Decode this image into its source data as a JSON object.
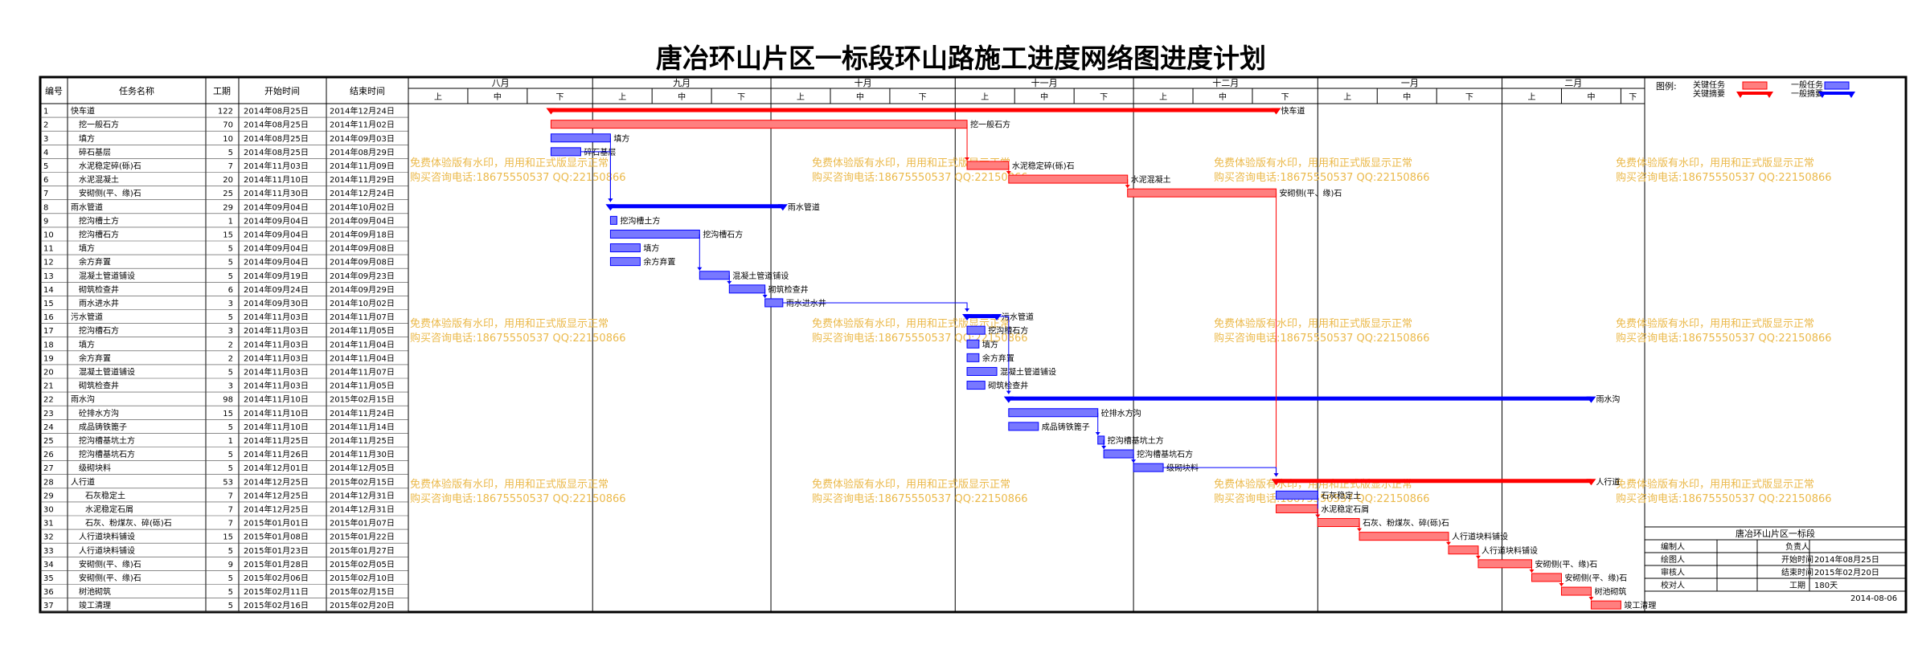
{
  "title": "唐冶环山片区一标段环山路施工进度网络图进度计划",
  "colors": {
    "critical": "#ff0000",
    "critical_fill": "#ff7f7f",
    "normal": "#0000ff",
    "normal_fill": "#7878ff",
    "watermark": "#ebb94a",
    "grid": "#000000"
  },
  "headers": {
    "id": "编号",
    "name": "任务名称",
    "duration": "工期",
    "start": "开始时间",
    "end": "结束时间"
  },
  "timescale": {
    "months": [
      {
        "label": "八月",
        "start": "2014-08-01",
        "end": "2014-09-01"
      },
      {
        "label": "九月",
        "start": "2014-09-01",
        "end": "2014-10-01"
      },
      {
        "label": "十月",
        "start": "2014-10-01",
        "end": "2014-11-01"
      },
      {
        "label": "十一月",
        "start": "2014-11-01",
        "end": "2014-12-01"
      },
      {
        "label": "十二月",
        "start": "2014-12-01",
        "end": "2015-01-01"
      },
      {
        "label": "一月",
        "start": "2015-01-01",
        "end": "2015-02-01"
      },
      {
        "label": "二月",
        "start": "2015-02-01",
        "end": "2015-02-25"
      }
    ],
    "periods": [
      "上",
      "中",
      "下"
    ]
  },
  "legend": {
    "title": "图例:",
    "critical_task": "关键任务",
    "critical_summary": "关键摘要",
    "normal_task": "一般任务",
    "normal_summary": "一般摘要"
  },
  "watermark": {
    "line1": "免费体验版有水印，用用和正式版显示正常",
    "line2": "购买咨询电话:18675550537 QQ:22150866"
  },
  "info_box": {
    "project": "唐冶环山片区一标段",
    "rows": [
      [
        "编制人",
        "",
        "负责人",
        ""
      ],
      [
        "绘图人",
        "",
        "开始时间",
        "2014年08月25日"
      ],
      [
        "审核人",
        "",
        "结束时间",
        "2015年02月20日"
      ],
      [
        "校对人",
        "",
        "工期",
        "180天"
      ]
    ],
    "date": "2014-08-06"
  },
  "chart_data": {
    "type": "gantt",
    "title": "唐冶环山片区一标段环山路施工进度网络图进度计划",
    "x_range": [
      "2014-08-01",
      "2015-02-25"
    ],
    "tasks": [
      {
        "id": "1",
        "name": "快车道",
        "duration": 122,
        "start": "2014年08月25日",
        "end": "2014年12月24日",
        "s": "2014-08-25",
        "e": "2014-12-24",
        "summary": true,
        "critical": true,
        "label": "快车道"
      },
      {
        "id": "2",
        "name": "挖一般石方",
        "duration": 70,
        "start": "2014年08月25日",
        "end": "2014年11月02日",
        "s": "2014-08-25",
        "e": "2014-11-02",
        "summary": false,
        "critical": true,
        "label": "挖一般石方"
      },
      {
        "id": "3",
        "name": "填方",
        "duration": 10,
        "start": "2014年08月25日",
        "end": "2014年09月03日",
        "s": "2014-08-25",
        "e": "2014-09-03",
        "summary": false,
        "critical": false,
        "label": "填方"
      },
      {
        "id": "4",
        "name": "碎石基层",
        "duration": 5,
        "start": "2014年08月25日",
        "end": "2014年08月29日",
        "s": "2014-08-25",
        "e": "2014-08-29",
        "summary": false,
        "critical": false,
        "label": "碎石基层"
      },
      {
        "id": "5",
        "name": "水泥稳定碎(砾)石",
        "duration": 7,
        "start": "2014年11月03日",
        "end": "2014年11月09日",
        "s": "2014-11-03",
        "e": "2014-11-09",
        "summary": false,
        "critical": true,
        "label": "水泥稳定碎(砾)石"
      },
      {
        "id": "6",
        "name": "水泥混凝土",
        "duration": 20,
        "start": "2014年11月10日",
        "end": "2014年11月29日",
        "s": "2014-11-10",
        "e": "2014-11-29",
        "summary": false,
        "critical": true,
        "label": "水泥混凝土"
      },
      {
        "id": "7",
        "name": "安砌侧(平、缘)石",
        "duration": 25,
        "start": "2014年11月30日",
        "end": "2014年12月24日",
        "s": "2014-11-30",
        "e": "2014-12-24",
        "summary": false,
        "critical": true,
        "label": "安砌侧(平、缘)石"
      },
      {
        "id": "8",
        "name": "雨水管道",
        "duration": 29,
        "start": "2014年09月04日",
        "end": "2014年10月02日",
        "s": "2014-09-04",
        "e": "2014-10-02",
        "summary": true,
        "critical": false,
        "label": "雨水管道"
      },
      {
        "id": "9",
        "name": "挖沟槽土方",
        "duration": 1,
        "start": "2014年09月04日",
        "end": "2014年09月04日",
        "s": "2014-09-04",
        "e": "2014-09-04",
        "summary": false,
        "critical": false,
        "label": "挖沟槽土方"
      },
      {
        "id": "10",
        "name": "挖沟槽石方",
        "duration": 15,
        "start": "2014年09月04日",
        "end": "2014年09月18日",
        "s": "2014-09-04",
        "e": "2014-09-18",
        "summary": false,
        "critical": false,
        "label": "挖沟槽石方"
      },
      {
        "id": "11",
        "name": "填方",
        "duration": 5,
        "start": "2014年09月04日",
        "end": "2014年09月08日",
        "s": "2014-09-04",
        "e": "2014-09-08",
        "summary": false,
        "critical": false,
        "label": "填方"
      },
      {
        "id": "12",
        "name": "余方弃置",
        "duration": 5,
        "start": "2014年09月04日",
        "end": "2014年09月08日",
        "s": "2014-09-04",
        "e": "2014-09-08",
        "summary": false,
        "critical": false,
        "label": "余方弃置"
      },
      {
        "id": "13",
        "name": "混凝土管道铺设",
        "duration": 5,
        "start": "2014年09月19日",
        "end": "2014年09月23日",
        "s": "2014-09-19",
        "e": "2014-09-23",
        "summary": false,
        "critical": false,
        "label": "混凝土管道铺设"
      },
      {
        "id": "14",
        "name": "砌筑检查井",
        "duration": 6,
        "start": "2014年09月24日",
        "end": "2014年09月29日",
        "s": "2014-09-24",
        "e": "2014-09-29",
        "summary": false,
        "critical": false,
        "label": "砌筑检查井"
      },
      {
        "id": "15",
        "name": "雨水进水井",
        "duration": 3,
        "start": "2014年09月30日",
        "end": "2014年10月02日",
        "s": "2014-09-30",
        "e": "2014-10-02",
        "summary": false,
        "critical": false,
        "label": "雨水进水井"
      },
      {
        "id": "16",
        "name": "污水管道",
        "duration": 5,
        "start": "2014年11月03日",
        "end": "2014年11月07日",
        "s": "2014-11-03",
        "e": "2014-11-07",
        "summary": true,
        "critical": false,
        "label": "污水管道"
      },
      {
        "id": "17",
        "name": "挖沟槽石方",
        "duration": 3,
        "start": "2014年11月03日",
        "end": "2014年11月05日",
        "s": "2014-11-03",
        "e": "2014-11-05",
        "summary": false,
        "critical": false,
        "label": "挖沟槽石方"
      },
      {
        "id": "18",
        "name": "填方",
        "duration": 2,
        "start": "2014年11月03日",
        "end": "2014年11月04日",
        "s": "2014-11-03",
        "e": "2014-11-04",
        "summary": false,
        "critical": false,
        "label": "填方"
      },
      {
        "id": "19",
        "name": "余方弃置",
        "duration": 2,
        "start": "2014年11月03日",
        "end": "2014年11月04日",
        "s": "2014-11-03",
        "e": "2014-11-04",
        "summary": false,
        "critical": false,
        "label": "余方弃置"
      },
      {
        "id": "20",
        "name": "混凝土管道铺设",
        "duration": 5,
        "start": "2014年11月03日",
        "end": "2014年11月07日",
        "s": "2014-11-03",
        "e": "2014-11-07",
        "summary": false,
        "critical": false,
        "label": "混凝土管道铺设"
      },
      {
        "id": "21",
        "name": "砌筑检查井",
        "duration": 3,
        "start": "2014年11月03日",
        "end": "2014年11月05日",
        "s": "2014-11-03",
        "e": "2014-11-05",
        "summary": false,
        "critical": false,
        "label": "砌筑检查井"
      },
      {
        "id": "22",
        "name": "雨水沟",
        "duration": 98,
        "start": "2014年11月10日",
        "end": "2015年02月15日",
        "s": "2014-11-10",
        "e": "2015-02-15",
        "summary": true,
        "critical": false,
        "label": "雨水沟"
      },
      {
        "id": "23",
        "name": "砼排水方沟",
        "duration": 15,
        "start": "2014年11月10日",
        "end": "2014年11月24日",
        "s": "2014-11-10",
        "e": "2014-11-24",
        "summary": false,
        "critical": false,
        "label": "砼排水方沟"
      },
      {
        "id": "24",
        "name": "成品铸铁篦子",
        "duration": 5,
        "start": "2014年11月10日",
        "end": "2014年11月14日",
        "s": "2014-11-10",
        "e": "2014-11-14",
        "summary": false,
        "critical": false,
        "label": "成品铸铁篦子"
      },
      {
        "id": "25",
        "name": "挖沟槽基坑土方",
        "duration": 1,
        "start": "2014年11月25日",
        "end": "2014年11月25日",
        "s": "2014-11-25",
        "e": "2014-11-25",
        "summary": false,
        "critical": false,
        "label": "挖沟槽基坑土方"
      },
      {
        "id": "26",
        "name": "挖沟槽基坑石方",
        "duration": 5,
        "start": "2014年11月26日",
        "end": "2014年11月30日",
        "s": "2014-11-26",
        "e": "2014-11-30",
        "summary": false,
        "critical": false,
        "label": "挖沟槽基坑石方"
      },
      {
        "id": "27",
        "name": "级砌块料",
        "duration": 5,
        "start": "2014年12月01日",
        "end": "2014年12月05日",
        "s": "2014-12-01",
        "e": "2014-12-05",
        "summary": false,
        "critical": false,
        "label": "级砌块料"
      },
      {
        "id": "28",
        "name": "人行道",
        "duration": 53,
        "start": "2014年12月25日",
        "end": "2015年02月15日",
        "s": "2014-12-25",
        "e": "2015-02-15",
        "summary": true,
        "critical": true,
        "label": "人行道"
      },
      {
        "id": "29",
        "name": "石灰稳定土",
        "duration": 7,
        "start": "2014年12月25日",
        "end": "2014年12月31日",
        "s": "2014-12-25",
        "e": "2014-12-31",
        "summary": false,
        "critical": false,
        "label": "石灰稳定土"
      },
      {
        "id": "30",
        "name": "水泥稳定石屑",
        "duration": 7,
        "start": "2014年12月25日",
        "end": "2014年12月31日",
        "s": "2014-12-25",
        "e": "2014-12-31",
        "summary": false,
        "critical": true,
        "label": "水泥稳定石屑"
      },
      {
        "id": "31",
        "name": "石灰、粉煤灰、碎(砾)石",
        "duration": 7,
        "start": "2015年01月01日",
        "end": "2015年01月07日",
        "s": "2015-01-01",
        "e": "2015-01-07",
        "summary": false,
        "critical": true,
        "label": "石灰、粉煤灰、碎(砾)石"
      },
      {
        "id": "32",
        "name": "人行道块料铺设",
        "duration": 15,
        "start": "2015年01月08日",
        "end": "2015年01月22日",
        "s": "2015-01-08",
        "e": "2015-01-22",
        "summary": false,
        "critical": true,
        "label": "人行道块料铺设"
      },
      {
        "id": "33",
        "name": "人行道块料铺设",
        "duration": 5,
        "start": "2015年01月23日",
        "end": "2015年01月27日",
        "s": "2015-01-23",
        "e": "2015-01-27",
        "summary": false,
        "critical": true,
        "label": "人行道块料铺设"
      },
      {
        "id": "34",
        "name": "安砌侧(平、缘)石",
        "duration": 9,
        "start": "2015年01月28日",
        "end": "2015年02月05日",
        "s": "2015-01-28",
        "e": "2015-02-05",
        "summary": false,
        "critical": true,
        "label": "安砌侧(平、缘)石"
      },
      {
        "id": "35",
        "name": "安砌侧(平、缘)石",
        "duration": 5,
        "start": "2015年02月06日",
        "end": "2015年02月10日",
        "s": "2015-02-06",
        "e": "2015-02-10",
        "summary": false,
        "critical": true,
        "label": "安砌侧(平、缘)石"
      },
      {
        "id": "36",
        "name": "树池砌筑",
        "duration": 5,
        "start": "2015年02月11日",
        "end": "2015年02月15日",
        "s": "2015-02-11",
        "e": "2015-02-15",
        "summary": false,
        "critical": true,
        "label": "树池砌筑"
      },
      {
        "id": "37",
        "name": "竣工清理",
        "duration": 5,
        "start": "2015年02月16日",
        "end": "2015年02月20日",
        "s": "2015-02-16",
        "e": "2015-02-20",
        "summary": false,
        "critical": true,
        "label": "竣工清理"
      }
    ],
    "links": [
      [
        "2",
        "5"
      ],
      [
        "5",
        "6"
      ],
      [
        "6",
        "7"
      ],
      [
        "7",
        "28"
      ],
      [
        "4",
        "8"
      ],
      [
        "3",
        "8"
      ],
      [
        "10",
        "13"
      ],
      [
        "13",
        "14"
      ],
      [
        "14",
        "15"
      ],
      [
        "15",
        "16"
      ],
      [
        "16",
        "22"
      ],
      [
        "23",
        "25"
      ],
      [
        "25",
        "26"
      ],
      [
        "26",
        "27"
      ],
      [
        "27",
        "28"
      ],
      [
        "29",
        "31"
      ],
      [
        "30",
        "31"
      ],
      [
        "31",
        "32"
      ],
      [
        "32",
        "33"
      ],
      [
        "33",
        "34"
      ],
      [
        "34",
        "35"
      ],
      [
        "35",
        "36"
      ],
      [
        "36",
        "37"
      ]
    ]
  }
}
